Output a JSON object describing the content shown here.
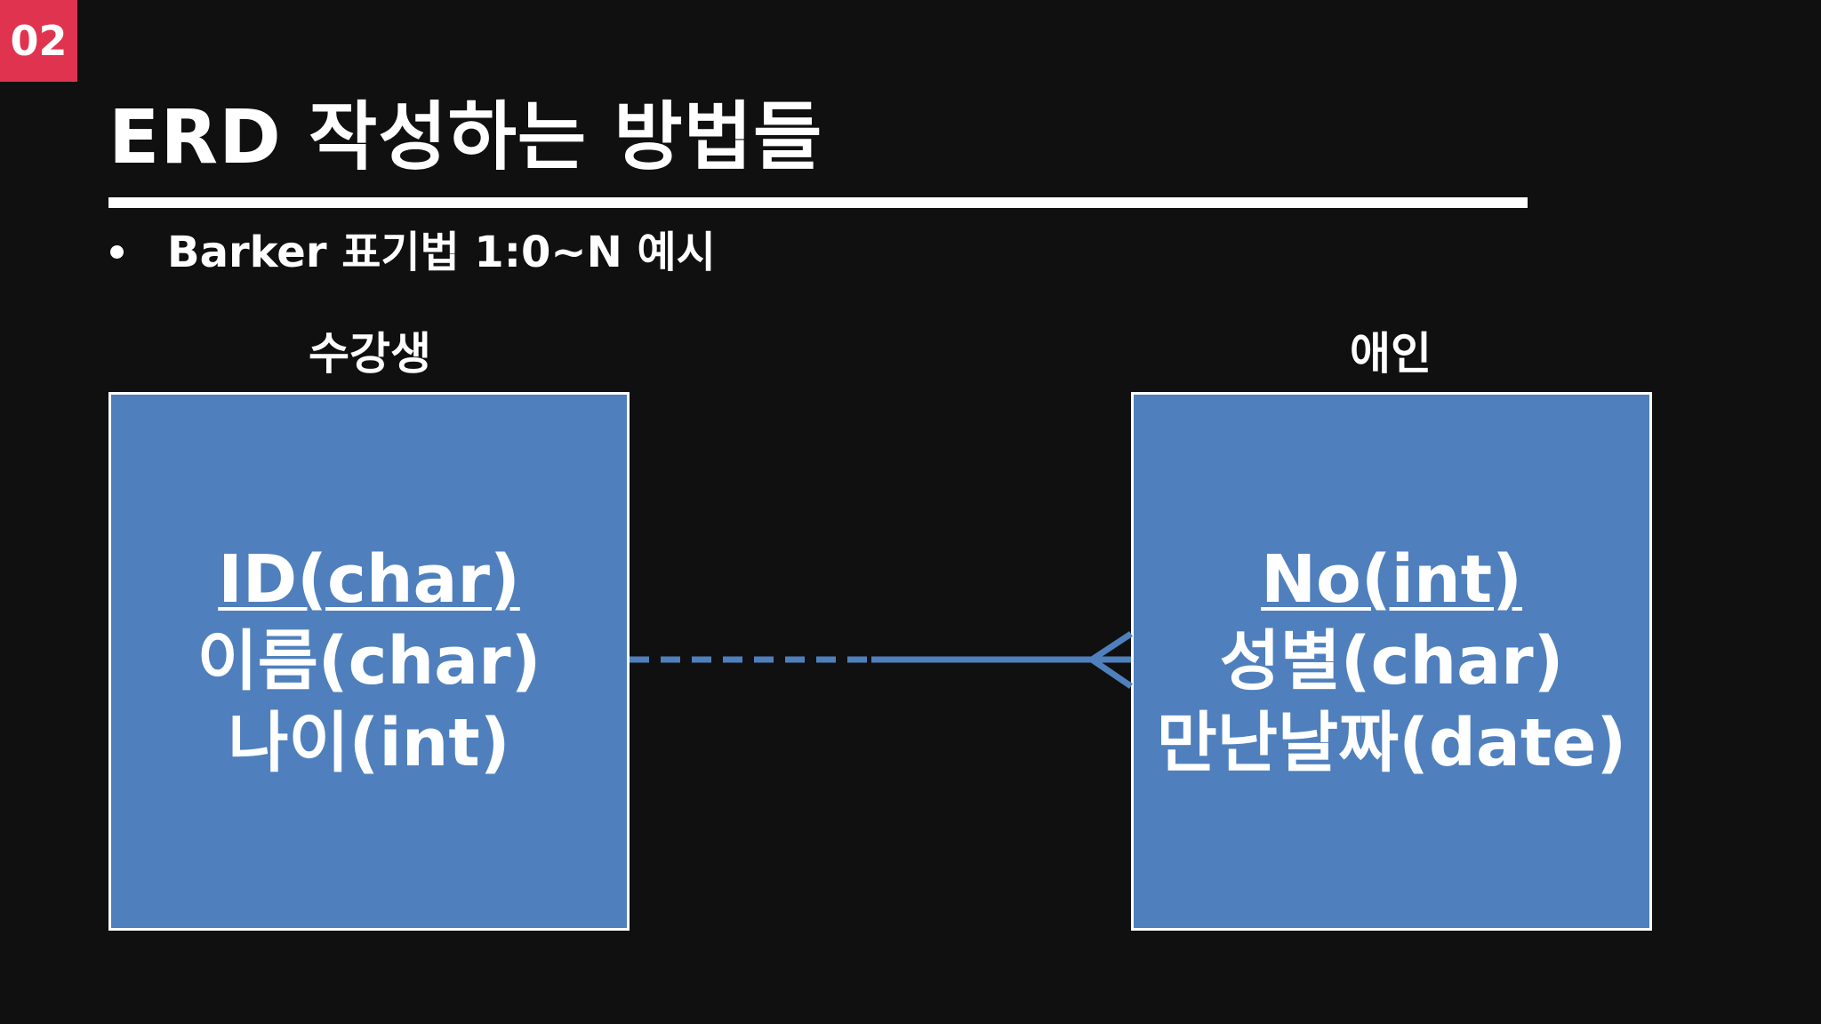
{
  "slide": {
    "badge": "02",
    "title": "ERD 작성하는 방법들",
    "bullet": "Barker 표기법 1:0~N 예시"
  },
  "diagram": {
    "left_entity": {
      "name": "수강생",
      "attributes": [
        {
          "text": "ID(char)",
          "primary_key": true
        },
        {
          "text": "이름(char)",
          "primary_key": false
        },
        {
          "text": "나이(int)",
          "primary_key": false
        }
      ]
    },
    "right_entity": {
      "name": "애인",
      "attributes": [
        {
          "text": "No(int)",
          "primary_key": true
        },
        {
          "text": "성별(char)",
          "primary_key": false
        },
        {
          "text": "만난날짜(date)",
          "primary_key": false
        }
      ]
    },
    "relationship": {
      "left_side": "optional",
      "right_side": "many",
      "color": "#4f80bd"
    }
  },
  "colors": {
    "background": "#101010",
    "badge": "#e0334f",
    "entity_fill": "#4f80bd",
    "entity_border": "#ffffff",
    "text": "#ffffff"
  }
}
